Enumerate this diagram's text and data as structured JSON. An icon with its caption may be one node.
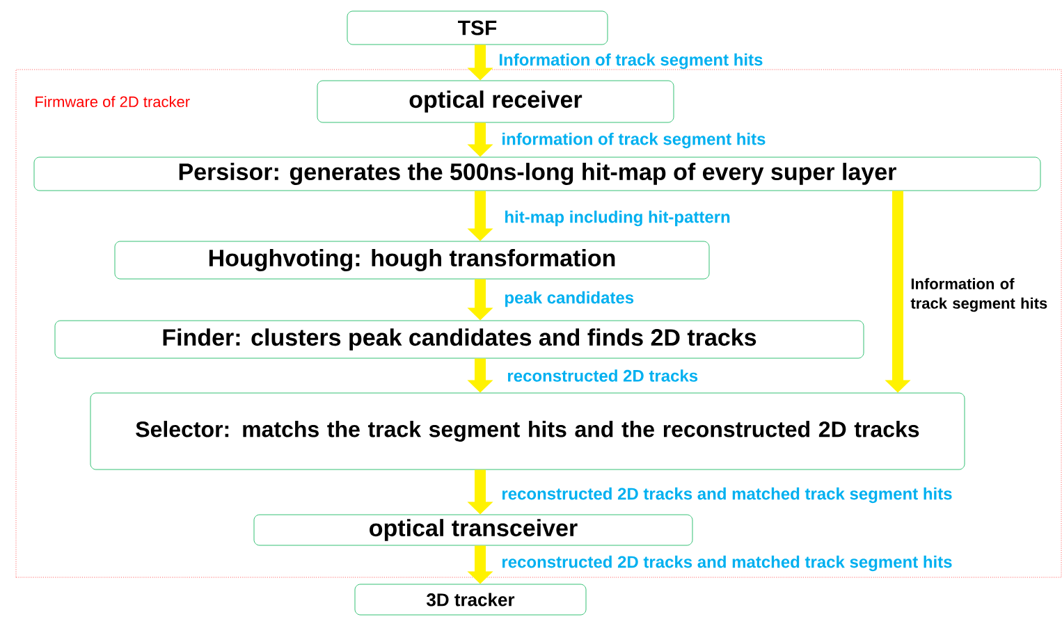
{
  "diagram": {
    "nodes": [
      {
        "text": [
          "Firmware of 2D tracker"
        ]
      },
      {
        "text": [
          "TSF"
        ]
      },
      {
        "text": [
          "optical receiver"
        ],
        "in": 0
      },
      {
        "text": [
          "Persisor: generates the 500ns-long hit-map of every super layer"
        ],
        "in": 0
      },
      {
        "text": [
          "Houghvoting: hough transformation"
        ],
        "in": 0
      },
      {
        "text": [
          "Finder: clusters peak candidates and finds 2D tracks"
        ],
        "in": 0
      },
      {
        "text": [
          "Selector: matchs the track segment hits and the reconstructed 2D tracks"
        ],
        "in": 0
      },
      {
        "text": [
          "optical transceiver"
        ],
        "in": 0
      },
      {
        "text": [
          "3D tracker"
        ]
      }
    ],
    "edges": [
      {
        "from": 1,
        "to": 2,
        "arrow": "to",
        "label": "Information of track segment hits"
      },
      {
        "from": 2,
        "to": 3,
        "arrow": "to",
        "label": "information of track segment hits"
      },
      {
        "from": 3,
        "to": 4,
        "arrow": "to",
        "label": "hit-map including hit-pattern"
      },
      {
        "from": 4,
        "to": 5,
        "arrow": "to",
        "label": "peak candidates"
      },
      {
        "from": 5,
        "to": 6,
        "arrow": "to",
        "label": "reconstructed 2D tracks"
      },
      {
        "from": 3,
        "to": 6,
        "arrow": "to",
        "label": "Information of track segment hits"
      },
      {
        "from": 6,
        "to": 7,
        "arrow": "to",
        "label": "reconstructed 2D tracks and matched track segment hits"
      },
      {
        "from": 7,
        "to": 8,
        "arrow": "to",
        "label": "reconstructed 2D tracks and matched track segment hits"
      }
    ]
  }
}
